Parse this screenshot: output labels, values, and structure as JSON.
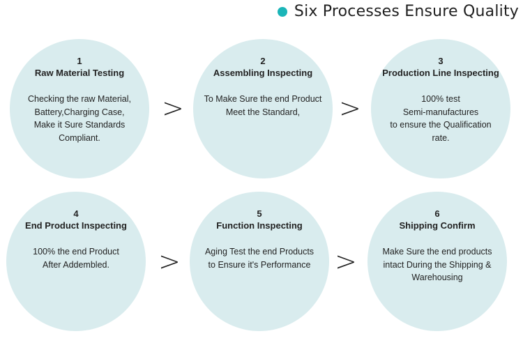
{
  "header": {
    "title": "Six Processes Ensure Quality",
    "dot_color": "#1bb5b8"
  },
  "arrow_symbol": ">",
  "steps": [
    {
      "number": "1",
      "name": "Raw Material Testing",
      "lines": [
        "Checking the raw Material,",
        "Battery,Charging Case,",
        "Make it Sure Standards",
        "Compliant."
      ]
    },
    {
      "number": "2",
      "name": "Assembling Inspecting",
      "lines": [
        "To Make Sure the end Product",
        "Meet the Standard,"
      ]
    },
    {
      "number": "3",
      "name": "Production Line Inspecting",
      "lines": [
        "100% test",
        "Semi-manufactures",
        "to ensure the Qualification",
        "rate."
      ]
    },
    {
      "number": "4",
      "name": "End Product Inspecting",
      "lines": [
        "100% the end Product",
        "After Addembled."
      ]
    },
    {
      "number": "5",
      "name": "Function Inspecting",
      "lines": [
        "Aging Test the end Products",
        "to Ensure it's Performance"
      ]
    },
    {
      "number": "6",
      "name": "Shipping Confirm",
      "lines": [
        "Make Sure the end products",
        "intact During the Shipping &",
        "Warehousing"
      ]
    }
  ]
}
